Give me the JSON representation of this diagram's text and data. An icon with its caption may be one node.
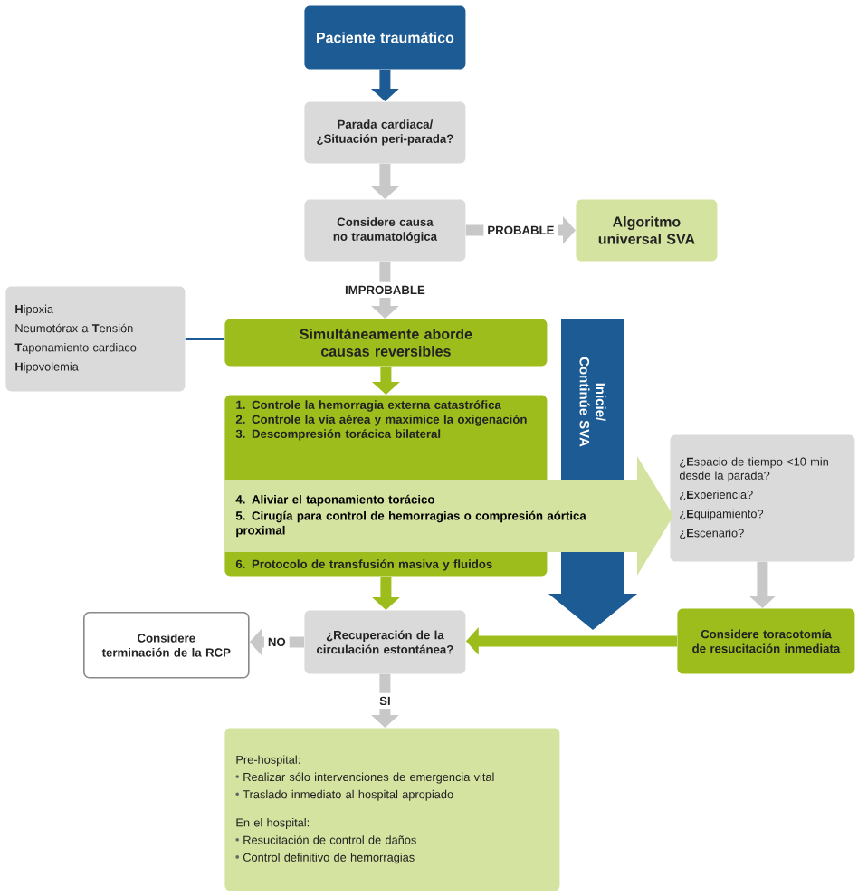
{
  "diagram": {
    "nodes": [
      {
        "text": [
          "Paciente traumático"
        ]
      },
      {
        "text": [
          "Parada cardiaca/ ¿Situación peri-parada?"
        ]
      },
      {
        "text": [
          "Considere causa no traumatológica"
        ]
      },
      {
        "text": [
          "Algoritmo universal SVA"
        ]
      },
      {
        "text": [
          "**H**ipoxia",
          "Neumotórax a **T**ensión",
          "**T**aponamiento cardiaco",
          "**H**ipovolemia"
        ]
      },
      {
        "text": [
          "Simultáneamente aborde causas reversibles"
        ]
      },
      {
        "text": [
          "1. Controle la hemorragia externa catastrófica",
          "2. Controle la vía aérea y maximice la oxigenación",
          "3. Descompresión torácica bilateral",
          "6. Protocolo de transfusión masiva y fluidos"
        ]
      },
      {
        "text": [
          "4. Aliviar el taponamiento torácico",
          "5. Cirugía para control de hemorragias o compresión aórtica proximal"
        ]
      },
      {
        "text": [
          "Inicie/ Continúe SVA"
        ]
      },
      {
        "text": [
          "¿**E**spacio de tiempo <10 min desde la parada?",
          "¿**E**xperiencia?",
          "¿**E**quipamiento?",
          "¿**E**scenario?"
        ]
      },
      {
        "text": [
          "Considere toracotomía de resucitación inmediata"
        ]
      },
      {
        "text": [
          "¿Recuperación de la circulación estontánea?"
        ]
      },
      {
        "text": [
          "Considere terminación de la RCP"
        ]
      },
      {
        "text": [
          "Pre-hospital:",
          "Realizar sólo intervenciones de emergencia vital",
          "Traslado inmediato al hospital apropiado",
          "En el hospital:",
          "Resucitación de control de daños",
          "Control definitivo de hemorragias"
        ]
      }
    ],
    "edges": [
      {
        "from": 0,
        "to": 1,
        "arrow": "to",
        "color": "#1d5b94"
      },
      {
        "from": 1,
        "to": 2,
        "arrow": "to"
      },
      {
        "from": 2,
        "to": 3,
        "arrow": "to",
        "label": "PROBABLE"
      },
      {
        "from": 2,
        "to": 5,
        "arrow": "to",
        "label": "IMPROBABLE"
      },
      {
        "from": 4,
        "to": 5,
        "arrow": "none",
        "color": "#1d5b94"
      },
      {
        "from": 5,
        "to": 6,
        "arrow": "to",
        "color": "#9cbd1c"
      },
      {
        "from": 6,
        "to": 11,
        "arrow": "to",
        "color": "#9cbd1c"
      },
      {
        "from": 9,
        "to": 10,
        "arrow": "to"
      },
      {
        "from": 10,
        "to": 11,
        "arrow": "to",
        "color": "#9cbd1c"
      },
      {
        "from": 11,
        "to": 12,
        "arrow": "to",
        "label": "NO"
      },
      {
        "from": 11,
        "to": 13,
        "arrow": "to",
        "label": "SI"
      }
    ]
  }
}
